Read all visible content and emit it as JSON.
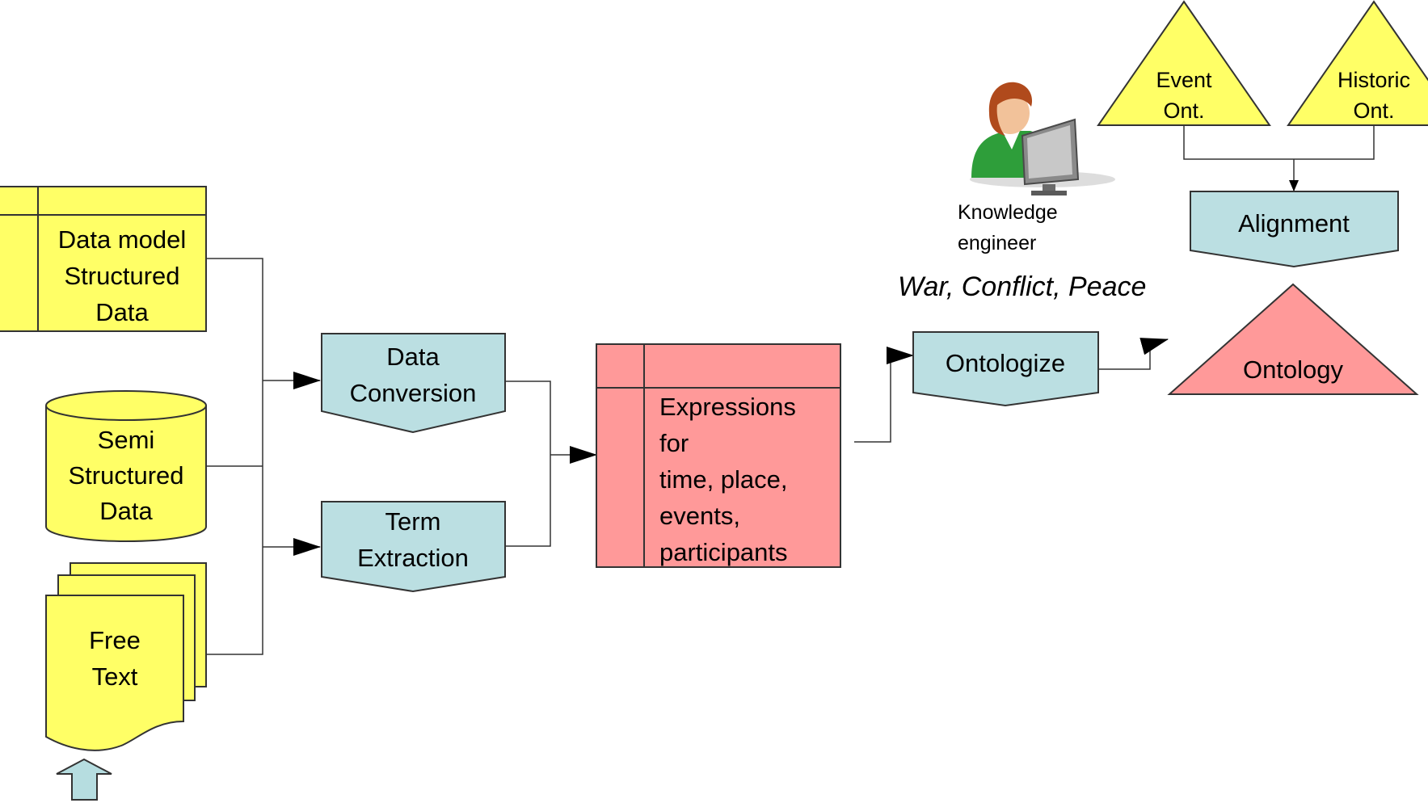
{
  "colors": {
    "yellow": "#ffff66",
    "blue": "#bbdfe2",
    "red": "#ff9999",
    "stroke": "#333333",
    "arrow_fill": "#b6dde0"
  },
  "sources": {
    "structured": {
      "line1": "Data model",
      "line2": "Structured",
      "line3": "Data"
    },
    "semi": {
      "line1": "Semi",
      "line2": "Structured",
      "line3": "Data"
    },
    "free": {
      "line1": "Free",
      "line2": "Text"
    }
  },
  "processes": {
    "conversion": {
      "line1": "Data",
      "line2": "Conversion"
    },
    "extraction": {
      "line1": "Term",
      "line2": "Extraction"
    },
    "ontologize": "Ontologize",
    "alignment": "Alignment"
  },
  "expressions": {
    "line1": "Expressions",
    "line2": "for",
    "line3": "time, place,",
    "line4": "events,",
    "line5": "participants"
  },
  "engineer": {
    "line1": "Knowledge",
    "line2": "engineer",
    "icon": "knowledge-engineer-icon"
  },
  "topic": "War, Conflict, Peace",
  "ontologies": {
    "event": {
      "line1": "Event",
      "line2": "Ont."
    },
    "historic": {
      "line1": "Historic",
      "line2": "Ont."
    },
    "result": "Ontology"
  }
}
